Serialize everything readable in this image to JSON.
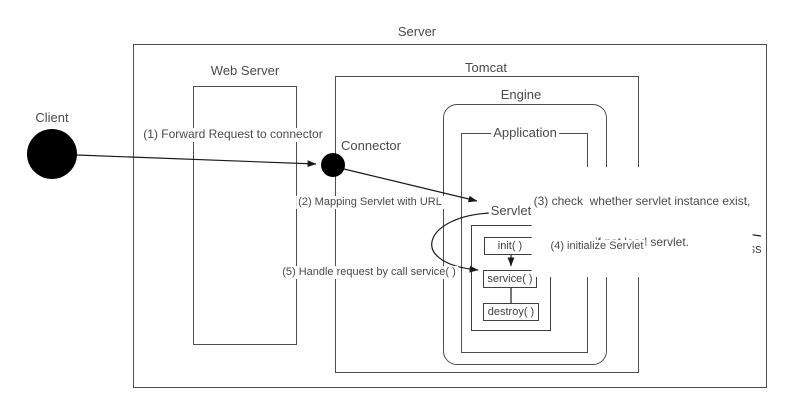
{
  "diagram": {
    "title": "Server",
    "nodes": {
      "client": {
        "label": "Client",
        "shape": "filled-circle"
      },
      "web_server": {
        "label": "Web Server"
      },
      "tomcat": {
        "label": "Tomcat"
      },
      "engine": {
        "label": "Engine"
      },
      "application": {
        "label": "Application"
      },
      "connector": {
        "label": "Connector",
        "shape": "filled-circle"
      },
      "servlet": {
        "label": "Servlet"
      },
      "hello_servlet": {
        "label": "HelloServlet.class"
      },
      "lifecycle": {
        "init": "init( )",
        "service": "service( )",
        "destroy": "destroy( )"
      }
    },
    "steps": {
      "step1": "(1) Forward Request to connector",
      "step2": "(2) Mapping Servlet with URL",
      "step3_line1": "(3) check  whether servlet instance exist,",
      "step3_line2": "if not load servlet.",
      "step4": "(4) initialize Servlet",
      "step5": "(5) Handle request by call service( )"
    },
    "colors": {
      "box_line": "#4d4d4d",
      "arrow": "#1a1a1a",
      "text": "#4a4a4a",
      "node_fill": "#000000",
      "background": "#ffffff"
    }
  }
}
